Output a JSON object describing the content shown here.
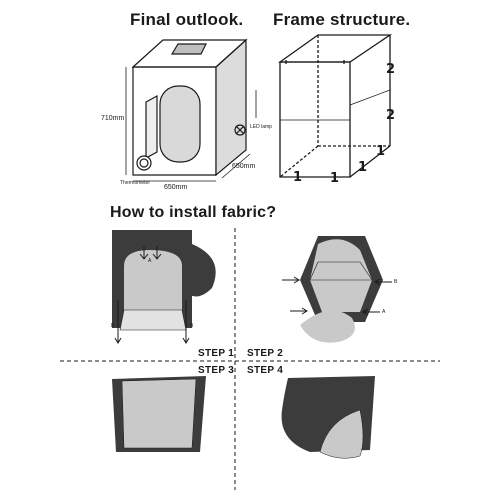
{
  "titles": {
    "final_outlook": "Final outlook.",
    "frame_structure": "Frame structure.",
    "how_to_install": "How to install fabric?"
  },
  "dimensions": {
    "height": "710mm",
    "width": "650mm",
    "depth": "650mm"
  },
  "labels": {
    "led_lamp": "LED lamp",
    "thermometer": "Thermometer"
  },
  "frame_parts": {
    "part_2": "2",
    "part_1": "1"
  },
  "arrow_labels": {
    "a": "A",
    "b": "B"
  },
  "steps": {
    "step1": "STEP 1",
    "step2": "STEP 2",
    "step3": "STEP 3",
    "step4": "STEP 4"
  },
  "colors": {
    "fabric_dark": "#3c3c3c",
    "fabric_light": "#c9c9c9",
    "ink": "#1a1a1a"
  }
}
